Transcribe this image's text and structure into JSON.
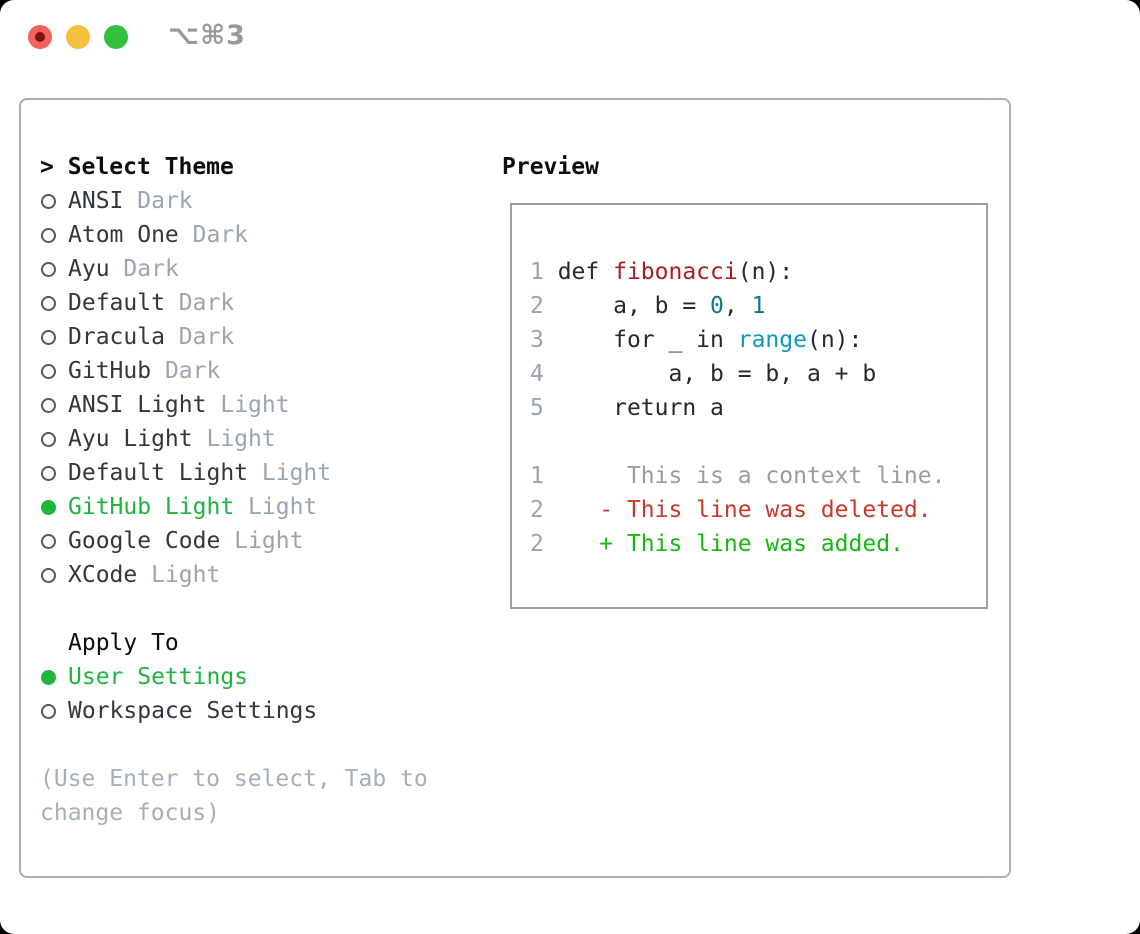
{
  "window": {
    "title": "⌥⌘3",
    "traffic_lights": {
      "close": "close-button",
      "minimize": "minimize-button",
      "zoom": "zoom-button"
    }
  },
  "theme_picker": {
    "header_prefix": "> ",
    "header": "Select Theme",
    "items": [
      {
        "label": "ANSI",
        "variant": "Dark",
        "selected": false
      },
      {
        "label": "Atom One",
        "variant": "Dark",
        "selected": false
      },
      {
        "label": "Ayu",
        "variant": "Dark",
        "selected": false
      },
      {
        "label": "Default",
        "variant": "Dark",
        "selected": false
      },
      {
        "label": "Dracula",
        "variant": "Dark",
        "selected": false
      },
      {
        "label": "GitHub",
        "variant": "Dark",
        "selected": false
      },
      {
        "label": "ANSI Light",
        "variant": "Light",
        "selected": false
      },
      {
        "label": "Ayu Light",
        "variant": "Light",
        "selected": false
      },
      {
        "label": "Default Light",
        "variant": "Light",
        "selected": false
      },
      {
        "label": "GitHub Light",
        "variant": "Light",
        "selected": true
      },
      {
        "label": "Google Code",
        "variant": "Light",
        "selected": false
      },
      {
        "label": "XCode",
        "variant": "Light",
        "selected": false
      }
    ]
  },
  "apply_to": {
    "header": "Apply To",
    "options": [
      {
        "label": "User Settings",
        "selected": true
      },
      {
        "label": "Workspace Settings",
        "selected": false
      }
    ]
  },
  "hint": "(Use Enter to select, Tab to change focus)",
  "preview": {
    "header": "Preview",
    "code_lines": [
      {
        "num": "1",
        "segments": [
          {
            "text": "def ",
            "color": "code"
          },
          {
            "text": "fibonacci",
            "color": "func"
          },
          {
            "text": "(n):",
            "color": "code"
          }
        ]
      },
      {
        "num": "2",
        "segments": [
          {
            "text": "    a, b = ",
            "color": "code"
          },
          {
            "text": "0",
            "color": "number"
          },
          {
            "text": ", ",
            "color": "code"
          },
          {
            "text": "1",
            "color": "number"
          }
        ]
      },
      {
        "num": "3",
        "segments": [
          {
            "text": "    for _ in ",
            "color": "code"
          },
          {
            "text": "range",
            "color": "builtin"
          },
          {
            "text": "(n):",
            "color": "code"
          }
        ]
      },
      {
        "num": "4",
        "segments": [
          {
            "text": "        a, b = b, a + b",
            "color": "code"
          }
        ]
      },
      {
        "num": "5",
        "segments": [
          {
            "text": "    return a",
            "color": "code"
          }
        ]
      },
      {
        "num": "",
        "segments": []
      },
      {
        "num": "1",
        "segments": [
          {
            "text": "     This is a context line.",
            "color": "context"
          }
        ]
      },
      {
        "num": "2",
        "segments": [
          {
            "text": "   - This line was deleted.",
            "color": "deleted"
          }
        ]
      },
      {
        "num": "2",
        "segments": [
          {
            "text": "   + This line was added.",
            "color": "added"
          }
        ]
      }
    ]
  },
  "colors": {
    "code": "#24292e",
    "func": "#a91e22",
    "number": "#0c7d85",
    "builtin": "#0f96c3",
    "context": "#959da5",
    "deleted": "#cb372b",
    "added": "#15b812",
    "linenum": "#98a3b3",
    "accent_green": "#1eb53f",
    "muted_variant": "#9aa5b1"
  }
}
